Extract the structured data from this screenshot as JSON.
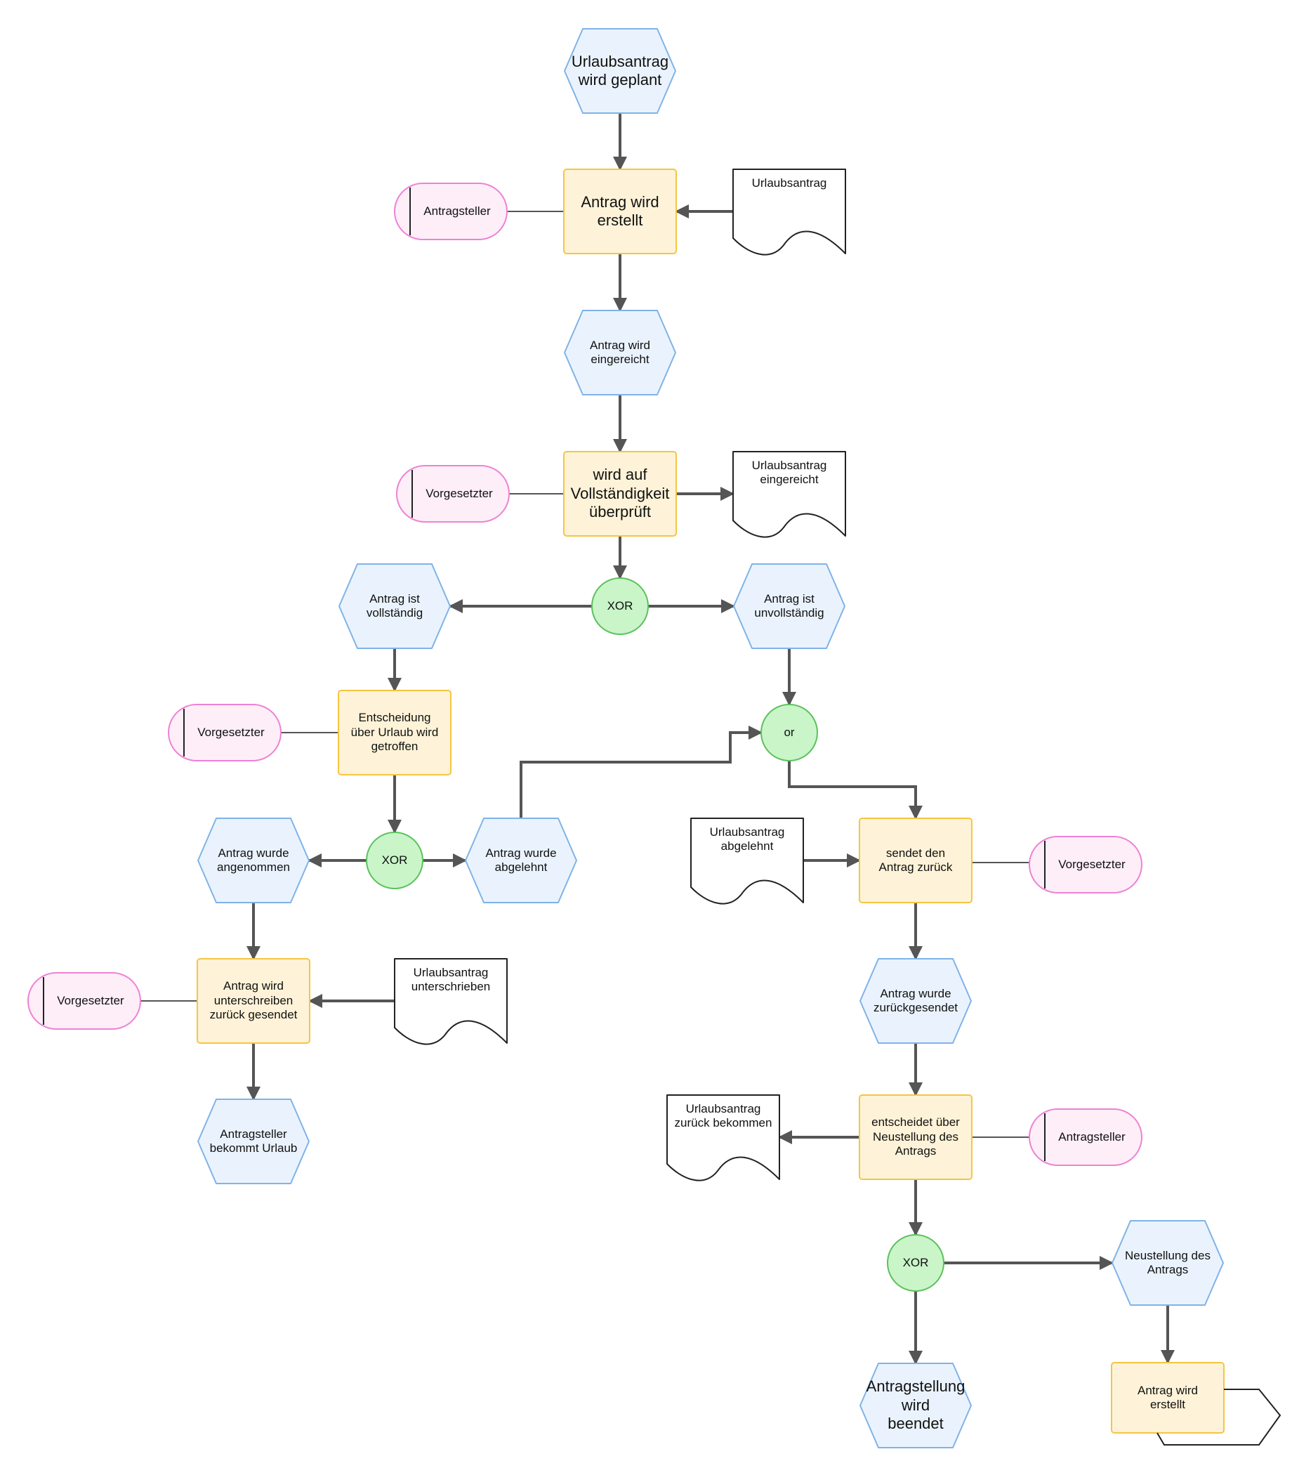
{
  "colors": {
    "event_fill": "#EAF3FD",
    "event_stroke": "#7FB3E8",
    "function_fill": "#FEF3D8",
    "function_stroke": "#F5C542",
    "role_fill": "#FDEEF8",
    "role_stroke": "#EE82D3",
    "gateway_fill": "#C9F5C9",
    "gateway_stroke": "#5CC15C",
    "doc_fill": "#FFFFFF",
    "doc_stroke": "#222222",
    "edge": "#555555"
  },
  "nodes": [
    {
      "id": "e_planned",
      "type": "event",
      "label": "Urlaubsantrag\nwird geplant"
    },
    {
      "id": "f_create",
      "type": "function",
      "label": "Antrag wird\nerstellt"
    },
    {
      "id": "r_applicant1",
      "type": "role",
      "label": "Antragsteller"
    },
    {
      "id": "d_form",
      "type": "document",
      "label": "Urlaubsantrag"
    },
    {
      "id": "e_submitted",
      "type": "event",
      "label": "Antrag wird\neingereicht"
    },
    {
      "id": "f_check",
      "type": "function",
      "label": "wird auf\nVollständigkeit\nüberprüft"
    },
    {
      "id": "r_super1",
      "type": "role",
      "label": "Vorgesetzter"
    },
    {
      "id": "d_submitted",
      "type": "document",
      "label": "Urlaubsantrag\neingereicht"
    },
    {
      "id": "g_xor1",
      "type": "gateway",
      "label": "XOR"
    },
    {
      "id": "e_complete",
      "type": "event",
      "label": "Antrag ist\nvollständig"
    },
    {
      "id": "e_incomplete",
      "type": "event",
      "label": "Antrag ist\nunvollständig"
    },
    {
      "id": "f_decide",
      "type": "function",
      "label": "Entscheidung\nüber Urlaub wird\ngetroffen"
    },
    {
      "id": "r_super2",
      "type": "role",
      "label": "Vorgesetzter"
    },
    {
      "id": "g_or",
      "type": "gateway",
      "label": "or"
    },
    {
      "id": "g_xor2",
      "type": "gateway",
      "label": "XOR"
    },
    {
      "id": "e_accepted",
      "type": "event",
      "label": "Antrag wurde\nangenommen"
    },
    {
      "id": "e_rejected",
      "type": "event",
      "label": "Antrag wurde\nabgelehnt"
    },
    {
      "id": "d_rejected",
      "type": "document",
      "label": "Urlaubsantrag\nabgelehnt"
    },
    {
      "id": "f_sendback",
      "type": "function",
      "label": "sendet den\nAntrag zurück"
    },
    {
      "id": "r_super3",
      "type": "role",
      "label": "Vorgesetzter"
    },
    {
      "id": "r_super4",
      "type": "role",
      "label": "Vorgesetzter"
    },
    {
      "id": "f_sign",
      "type": "function",
      "label": "Antrag wird\nunterschreiben\nzurück gesendet"
    },
    {
      "id": "d_signed",
      "type": "document",
      "label": "Urlaubsantrag\nunterschrieben"
    },
    {
      "id": "e_vacation",
      "type": "event",
      "label": "Antragsteller\nbekommt Urlaub"
    },
    {
      "id": "e_returned",
      "type": "event",
      "label": "Antrag wurde\nzurückgesendet"
    },
    {
      "id": "d_back",
      "type": "document",
      "label": "Urlaubsantrag\nzurück bekommen"
    },
    {
      "id": "f_redecide",
      "type": "function",
      "label": "entscheidet über\nNeustellung des\nAntrags"
    },
    {
      "id": "r_applicant2",
      "type": "role",
      "label": "Antragsteller"
    },
    {
      "id": "g_xor3",
      "type": "gateway",
      "label": "XOR"
    },
    {
      "id": "e_new",
      "type": "event",
      "label": "Neustellung des\nAntrags"
    },
    {
      "id": "e_end",
      "type": "event",
      "label": "Antragstellung\nwird\nbeendet"
    },
    {
      "id": "f_create2",
      "type": "function",
      "label": "Antrag wird\nerstellt"
    }
  ],
  "edges": [
    {
      "from": "e_planned",
      "to": "f_create",
      "arrow": true
    },
    {
      "from": "r_applicant1",
      "to": "f_create",
      "arrow": false
    },
    {
      "from": "d_form",
      "to": "f_create",
      "arrow": true
    },
    {
      "from": "f_create",
      "to": "e_submitted",
      "arrow": true
    },
    {
      "from": "e_submitted",
      "to": "f_check",
      "arrow": true
    },
    {
      "from": "r_super1",
      "to": "f_check",
      "arrow": false
    },
    {
      "from": "f_check",
      "to": "d_submitted",
      "arrow": true
    },
    {
      "from": "f_check",
      "to": "g_xor1",
      "arrow": true
    },
    {
      "from": "g_xor1",
      "to": "e_complete",
      "arrow": true
    },
    {
      "from": "g_xor1",
      "to": "e_incomplete",
      "arrow": true
    },
    {
      "from": "e_complete",
      "to": "f_decide",
      "arrow": true
    },
    {
      "from": "r_super2",
      "to": "f_decide",
      "arrow": false
    },
    {
      "from": "e_incomplete",
      "to": "g_or",
      "arrow": true
    },
    {
      "from": "f_decide",
      "to": "g_xor2",
      "arrow": true
    },
    {
      "from": "g_xor2",
      "to": "e_accepted",
      "arrow": true
    },
    {
      "from": "g_xor2",
      "to": "e_rejected",
      "arrow": true
    },
    {
      "from": "e_rejected",
      "to": "g_or",
      "arrow": true
    },
    {
      "from": "g_or",
      "to": "f_sendback",
      "arrow": true
    },
    {
      "from": "d_rejected",
      "to": "f_sendback",
      "arrow": true
    },
    {
      "from": "r_super3",
      "to": "f_sendback",
      "arrow": false
    },
    {
      "from": "e_accepted",
      "to": "f_sign",
      "arrow": true
    },
    {
      "from": "r_super4",
      "to": "f_sign",
      "arrow": false
    },
    {
      "from": "d_signed",
      "to": "f_sign",
      "arrow": true
    },
    {
      "from": "f_sign",
      "to": "e_vacation",
      "arrow": true
    },
    {
      "from": "f_sendback",
      "to": "e_returned",
      "arrow": true
    },
    {
      "from": "e_returned",
      "to": "f_redecide",
      "arrow": true
    },
    {
      "from": "f_redecide",
      "to": "d_back",
      "arrow": true
    },
    {
      "from": "r_applicant2",
      "to": "f_redecide",
      "arrow": false
    },
    {
      "from": "f_redecide",
      "to": "g_xor3",
      "arrow": true
    },
    {
      "from": "g_xor3",
      "to": "e_new",
      "arrow": true
    },
    {
      "from": "g_xor3",
      "to": "e_end",
      "arrow": true
    },
    {
      "from": "e_new",
      "to": "f_create2",
      "arrow": true
    }
  ]
}
